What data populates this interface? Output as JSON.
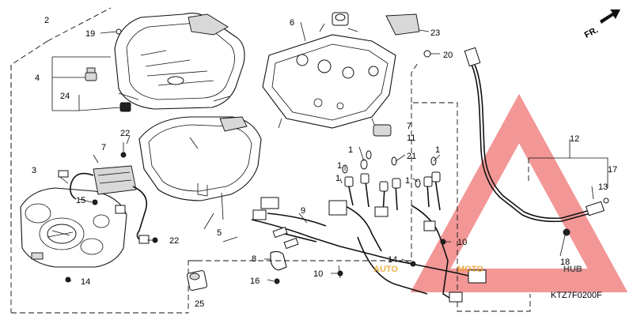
{
  "brand": {
    "watermark": "AUTOMOTOHUB",
    "watermark_part1": "AUTO",
    "watermark_part2": "MOTO",
    "watermark_part3": "HUB",
    "watermark_color_red": "#e8423f",
    "watermark_color_gold": "#e8a12a",
    "watermark_color_gray": "#3a3a3a"
  },
  "direction_label": "FR.",
  "diagram_code": "KTZ7F0200F",
  "callouts": {
    "n1a": "1",
    "n1b": "1",
    "n1c": "1",
    "n1d": "1",
    "n1e": "1",
    "n2": "2",
    "n3": "3",
    "n4": "4",
    "n5": "5",
    "n6": "6",
    "n7a": "7",
    "n7b": "7",
    "n8": "8",
    "n9": "9",
    "n10a": "10",
    "n10b": "10",
    "n11": "11",
    "n12": "12",
    "n13": "13",
    "n14a": "14",
    "n14b": "14",
    "n15": "15",
    "n16": "16",
    "n17": "17",
    "n18": "18",
    "n19": "19",
    "n20": "20",
    "n21": "21",
    "n22a": "22",
    "n22b": "22",
    "n23": "23",
    "n24": "24",
    "n25": "25"
  }
}
